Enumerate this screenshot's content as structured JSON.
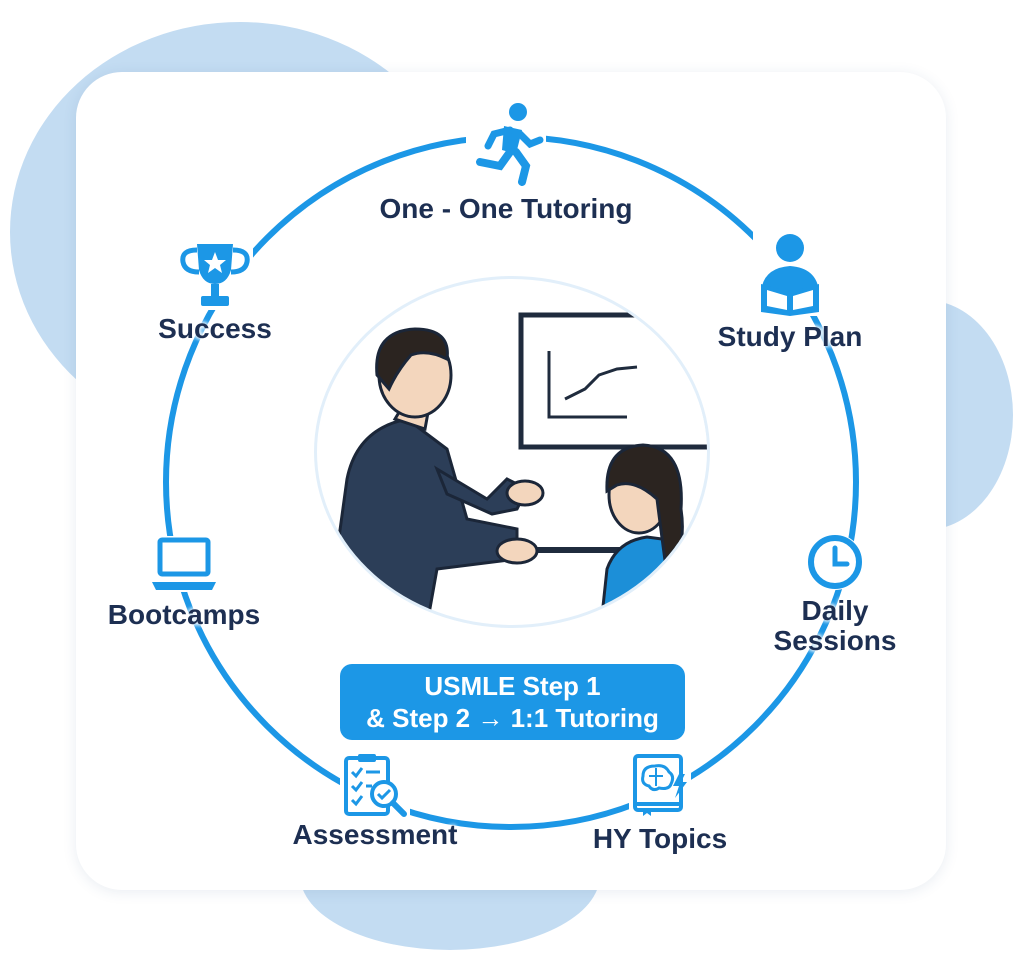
{
  "diagram": {
    "center_banner": {
      "line1": "USMLE Step 1",
      "line2": "& Step 2 → 1:1 Tutoring"
    },
    "nodes": [
      {
        "label": "One - One Tutoring",
        "icon": "running-person-icon"
      },
      {
        "label": "Study Plan",
        "icon": "reading-person-icon"
      },
      {
        "label": "Daily",
        "label2": "Sessions",
        "icon": "clock-icon"
      },
      {
        "label": "HY Topics",
        "icon": "brain-book-icon"
      },
      {
        "label": "Assessment",
        "icon": "clipboard-checklist-icon"
      },
      {
        "label": "Bootcamps",
        "icon": "laptop-icon"
      },
      {
        "label": "Success",
        "icon": "trophy-icon"
      }
    ],
    "illustration": "tutor-and-student-illustration",
    "colors": {
      "accent": "#1c97e6",
      "text": "#1d2f52",
      "background_blob": "#c3dcf2"
    }
  }
}
